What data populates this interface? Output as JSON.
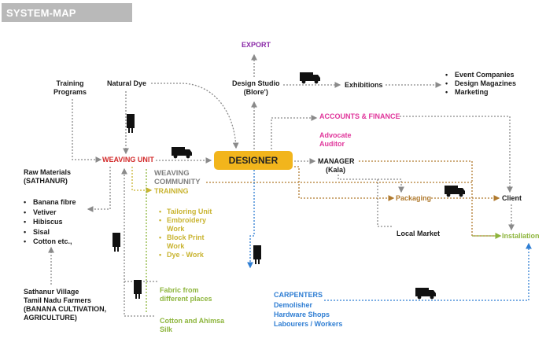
{
  "title": "SYSTEM-MAP",
  "nodes": {
    "export": "EXPORT",
    "design_studio": [
      "Design Studio",
      "(Blore')"
    ],
    "exhibitions": "Exhibitions",
    "exhibition_targets": [
      "Event Companies",
      "Design Magazines",
      "Marketing"
    ],
    "training_programs": [
      "Training",
      "Programs"
    ],
    "natural_dye": "Natural Dye",
    "accounts": "ACCOUNTS & FINANCE",
    "advocate": [
      "Advocate",
      "Auditor"
    ],
    "weaving_unit": "WEAVING UNIT",
    "designer": "DESIGNER",
    "manager": [
      "MANAGER",
      "(Kala)"
    ],
    "weaving_community": [
      "WEAVING",
      "COMMUNITY"
    ],
    "training": "TRAINING",
    "training_items": [
      "Tailoring Unit",
      "Embroidery Work",
      "Block Print Work",
      "Dye - Work"
    ],
    "raw_materials": [
      "Raw Materials",
      "(SATHANUR)"
    ],
    "raw_items": [
      "Banana fibre",
      "Vetiver",
      "Hibiscus",
      "Sisal",
      "Cotton etc.,"
    ],
    "packaging": "Packaging",
    "client": "Client",
    "local_market": "Local Market",
    "installation": "Installation",
    "village": [
      "Sathanur Village",
      "Tamil Nadu Farmers",
      "(BANANA CULTIVATION,",
      "AGRICULTURE)"
    ],
    "fabric": [
      "Fabric from",
      "different places"
    ],
    "cotton": [
      "Cotton and Ahimsa",
      "Silk"
    ],
    "carpenters": "CARPENTERS",
    "carpenter_items": [
      "Demolisher",
      "Hardware Shops",
      "Labourers / Workers"
    ]
  },
  "colors": {
    "title_bar": "#b9b9b9",
    "designer_box": "#f2b51c",
    "export": "#8b2aa8",
    "weaving_unit": "#d22a2a",
    "accounts": "#e0369b",
    "training": "#c9b431",
    "carpenters": "#2f7ed3",
    "installation": "#8db53c",
    "packaging": "#b07a2e"
  },
  "icons": [
    "truck-icon",
    "hand-loom-icon"
  ]
}
